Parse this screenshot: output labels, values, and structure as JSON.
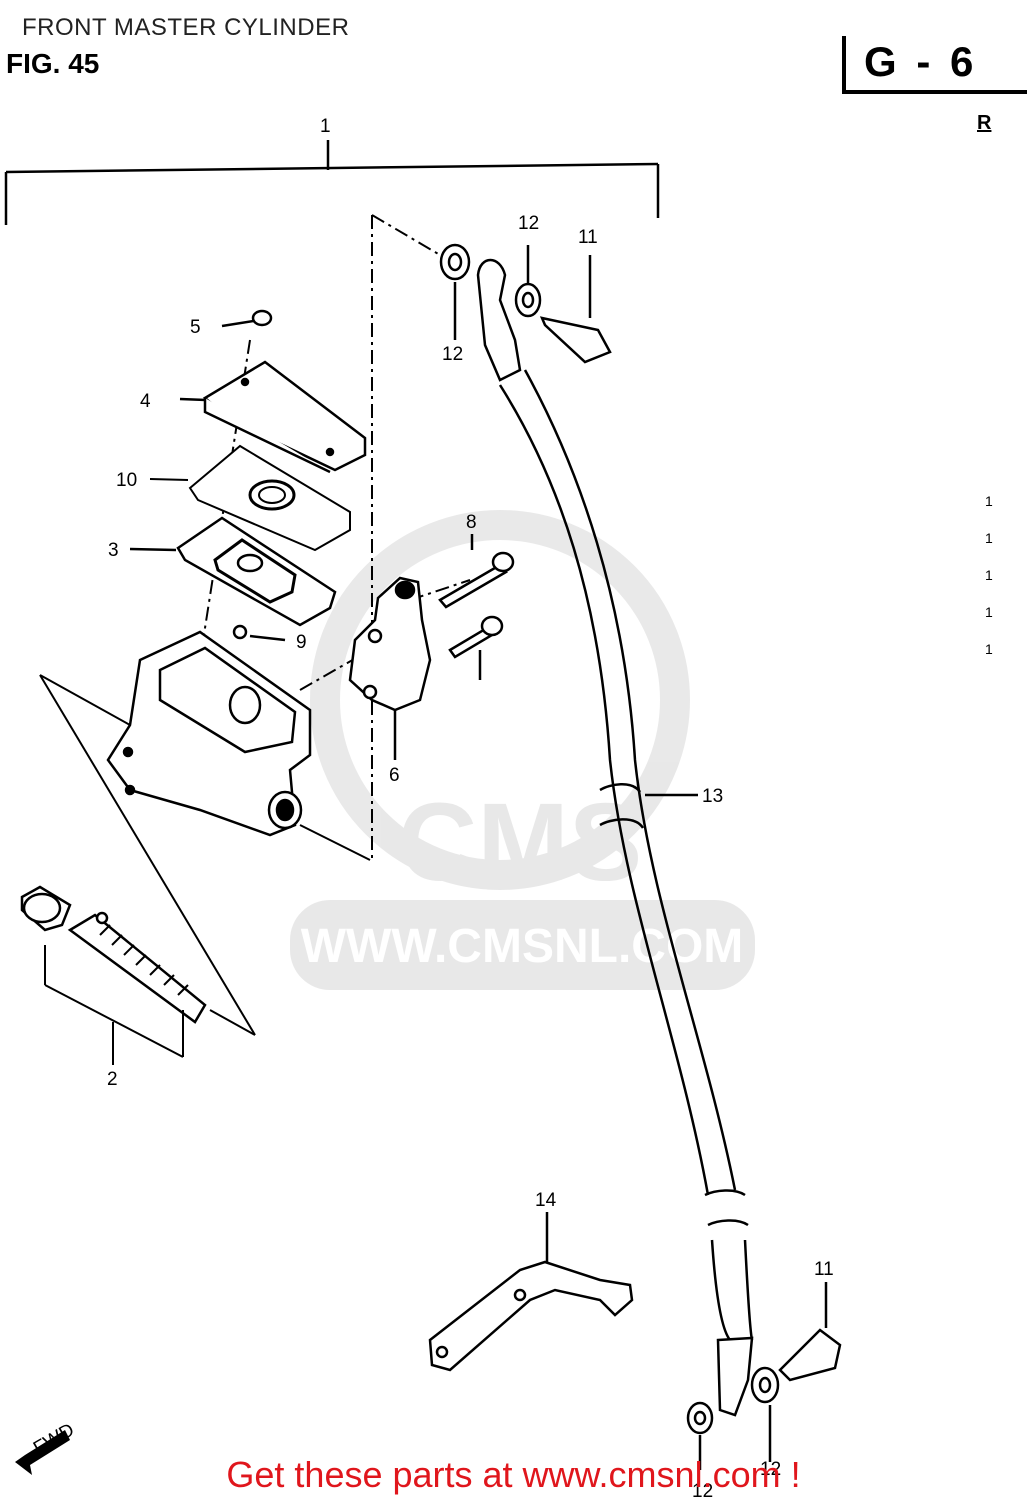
{
  "header": {
    "title": "FRONT MASTER CYLINDER",
    "figure": "FIG. 45",
    "section_code": "G - 6",
    "right_mark": "R"
  },
  "side_marks": [
    "1",
    "1",
    "1",
    "1",
    "1"
  ],
  "callouts": {
    "c1": "1",
    "c2": "2",
    "c3": "3",
    "c4": "4",
    "c5": "5",
    "c6": "6",
    "c8": "8",
    "c9": "9",
    "c10": "10",
    "c11_top": "11",
    "c11_bottom": "11",
    "c12_a": "12",
    "c12_b": "12",
    "c12_c": "12",
    "c12_d": "12",
    "c13": "13",
    "c14": "14"
  },
  "fwd_marker": "FWD",
  "watermark": {
    "brand": "CMS",
    "url": "WWW.CMSNL.COM"
  },
  "footer": {
    "link_text": "Get these parts at www.cmsnl.com !",
    "color": "#e0161c"
  }
}
